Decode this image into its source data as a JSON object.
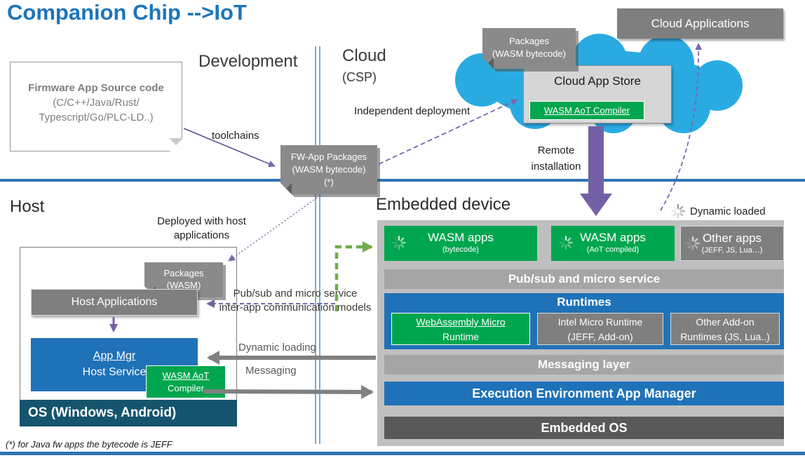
{
  "title": "Companion Chip -->IoT",
  "footnote": "(*) for Java fw apps the bytecode is JEFF",
  "sections": {
    "development": "Development",
    "cloud": "Cloud",
    "cloud_sub": "(CSP)",
    "host": "Host",
    "embedded": "Embedded device"
  },
  "development": {
    "firmware_box": {
      "line1": "Firmware App Source code",
      "line2": "(C/C++/Java/Rust/",
      "line3": "Typescript/Go/PLC-LD..)"
    },
    "toolchains_label": "toolchains",
    "fw_app_packages": {
      "line1": "FW-App Packages",
      "line2": "(WASM bytecode)",
      "line3": "(*)"
    }
  },
  "cloud": {
    "packages_note": {
      "line1": "Packages",
      "line2": "(WASM bytecode)"
    },
    "cloud_applications": "Cloud Applications",
    "cloud_app_store": "Cloud App Store",
    "wasm_aot_compiler": "WASM AoT Compiler",
    "independent_deployment": "Independent deployment",
    "remote_installation": {
      "line1": "Remote",
      "line2": "installation"
    }
  },
  "host": {
    "deployed_label": {
      "line1": "Deployed with host",
      "line2": "applications"
    },
    "packages_note": {
      "line1": "Packages",
      "line2": "(WASM)"
    },
    "host_applications": "Host Applications",
    "app_mgr": {
      "line1": "App Mgr",
      "line2": "Host Service"
    },
    "wasm_aot_compiler": {
      "line1": "WASM AoT",
      "line2": "Compiler"
    },
    "os_bar": "OS (Windows, Android)",
    "pubsub_label": {
      "line1": "Pub/sub and micro service",
      "line2": "inter-app communication models"
    },
    "dynamic_loading_label": "Dynamic loading",
    "messaging_label": "Messaging"
  },
  "embedded": {
    "dynamic_loaded_label": "Dynamic loaded",
    "apps": [
      {
        "title": "WASM apps",
        "subtitle": "(bytecode)"
      },
      {
        "title": "WASM apps",
        "subtitle": "(AoT compiled)"
      },
      {
        "title": "Other apps",
        "subtitle": "(JEFF, JS, Lua…)"
      }
    ],
    "pubsub_bar": "Pub/sub and micro service",
    "runtimes_header": "Runtimes",
    "runtimes": [
      {
        "line1": "WebAssembly Micro",
        "line2": "Runtime"
      },
      {
        "line1": "Intel Micro Runtime",
        "line2": "(JEFF, Add-on)"
      },
      {
        "line1": "Other Add-on",
        "line2": "Runtimes (JS, Lua..)"
      }
    ],
    "messaging_bar": "Messaging layer",
    "execution_bar": "Execution Environment App Manager",
    "os_bar": "Embedded OS"
  },
  "colors": {
    "title_blue": "#1C75BC",
    "green": "#00A64F",
    "blue": "#1F72B8",
    "gray": "#7F7F7F",
    "panel_gray": "#BFBFBF",
    "bar_gray": "#A5A5A5",
    "os_teal": "#16546D",
    "embedded_os_gray": "#595959",
    "cloud_cyan": "#29ABE2",
    "purple": "#7A68AE",
    "divider_blue": "#2E74B5",
    "arrow_green": "#70AD47"
  }
}
